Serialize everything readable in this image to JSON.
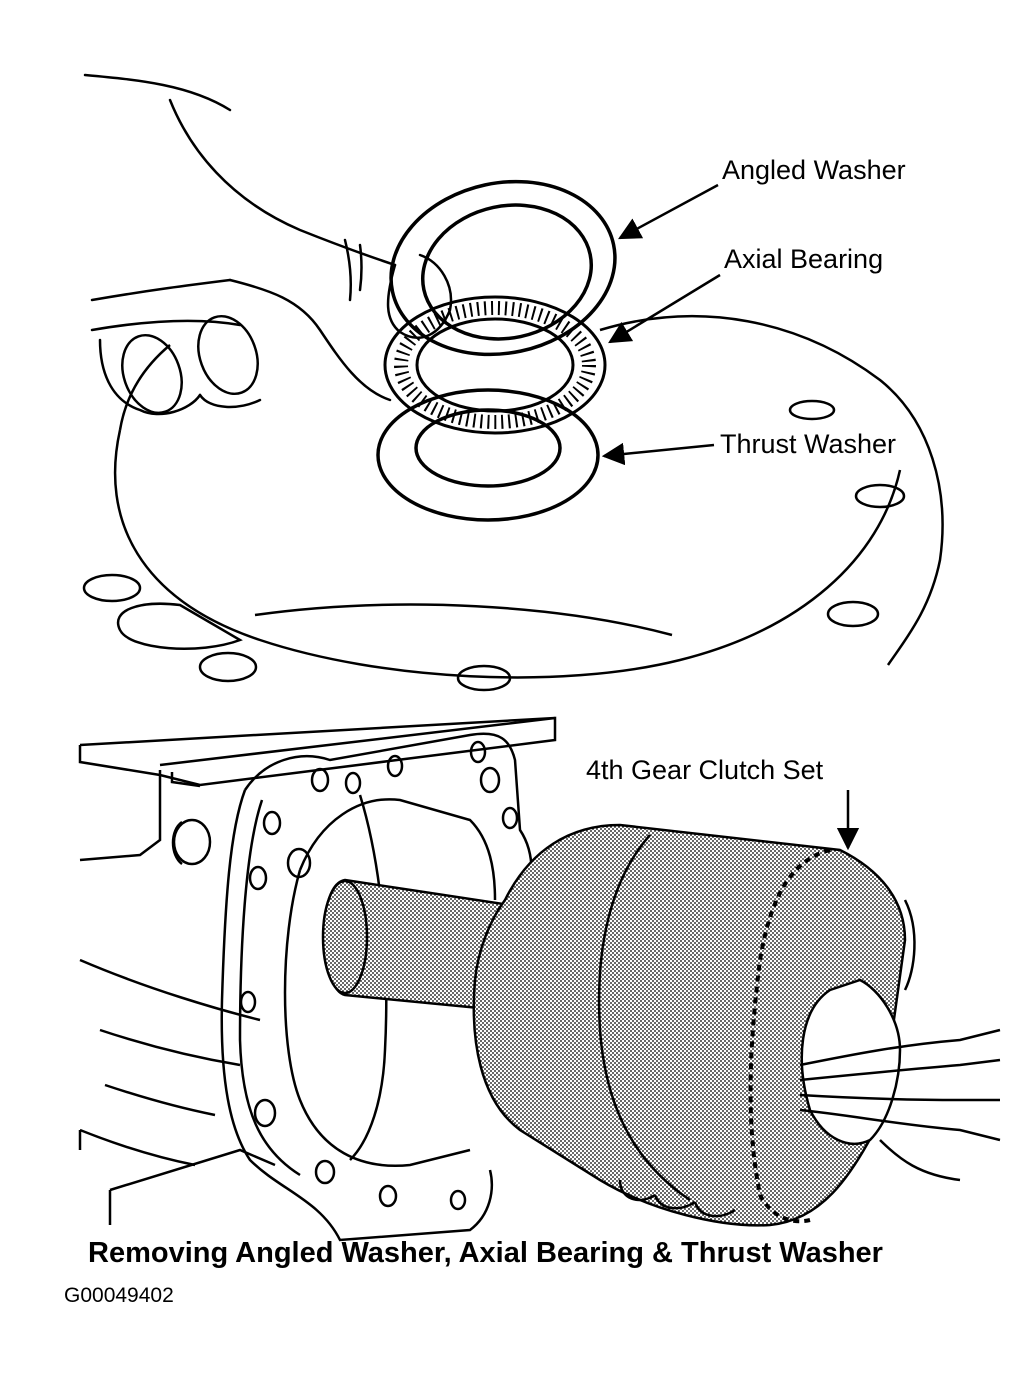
{
  "labels": {
    "angled_washer": "Angled Washer",
    "axial_bearing": "Axial Bearing",
    "thrust_washer": "Thrust Washer",
    "clutch_set": "4th Gear Clutch Set"
  },
  "caption": "Removing Angled Washer, Axial Bearing & Thrust Washer",
  "figure_id": "G00049402",
  "colors": {
    "ink": "#000000",
    "paper": "#ffffff",
    "stipple": "#b5b5b5"
  }
}
